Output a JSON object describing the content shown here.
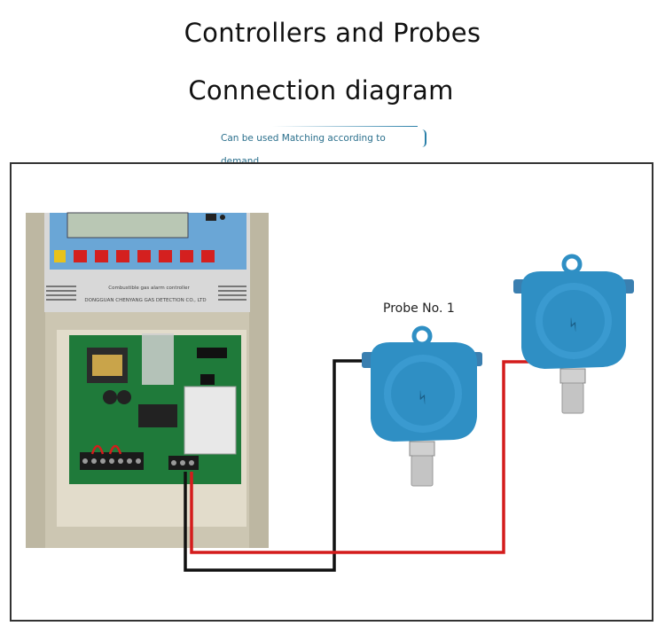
{
  "header": {
    "title": "Controllers and Probes",
    "subtitle": "Connection diagram",
    "note": "Can be used Matching according to demand"
  },
  "controller": {
    "panel_text_1": "Combustible gas alarm controller",
    "panel_text_2": "DONGGUAN CHENYANG GAS DETECTION CO., LTD"
  },
  "probes": {
    "probe1_label": "Probe No. 1"
  },
  "colors": {
    "wire_black": "#111111",
    "wire_red": "#d41c1c",
    "probe_blue": "#2f8fc4",
    "frame": "#333333"
  }
}
